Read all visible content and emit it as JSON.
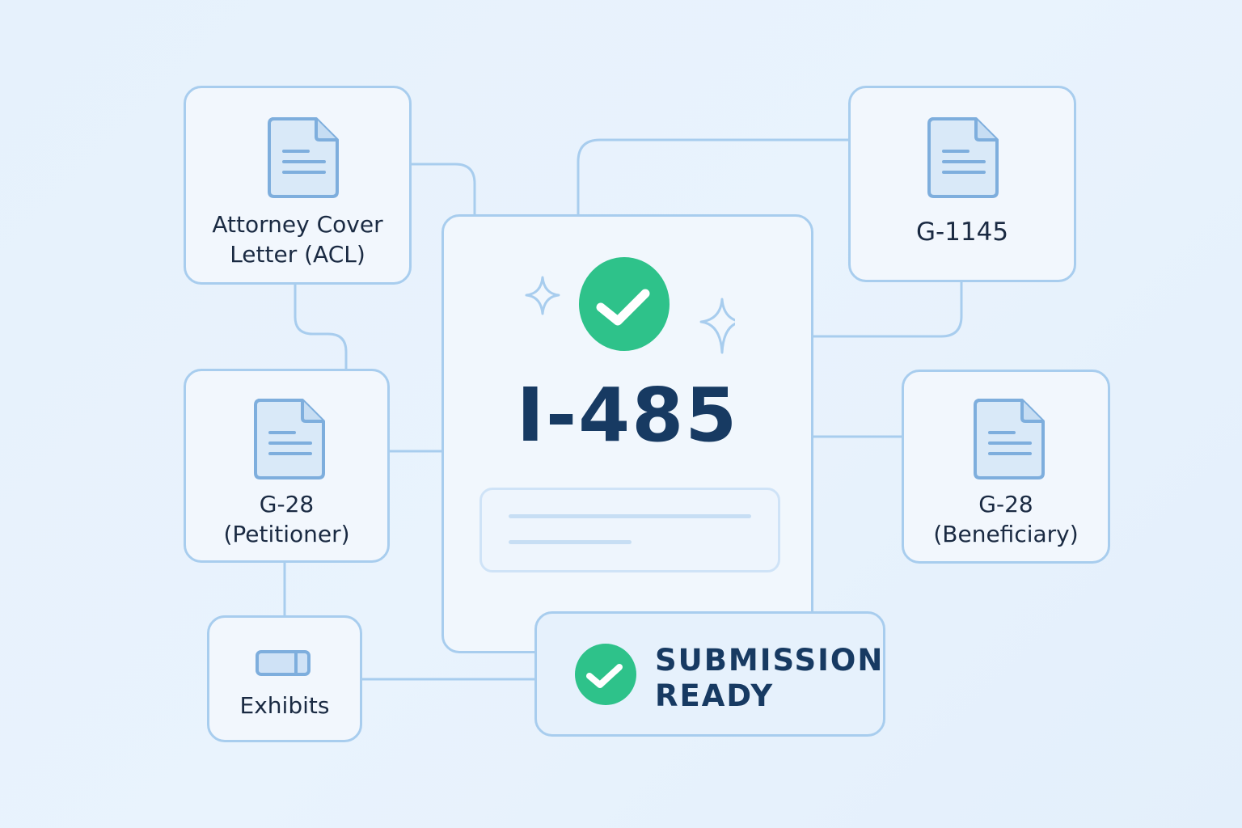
{
  "colors": {
    "accent_green": "#2ec28a",
    "line": "#a8cdee",
    "text_dark": "#173a62"
  },
  "main_form": {
    "title": "I-485",
    "icon": "check-circle-icon"
  },
  "status": {
    "line1": "SUBMISSION",
    "line2": "READY",
    "icon": "check-circle-icon"
  },
  "nodes": {
    "acl": {
      "line1": "Attorney Cover",
      "line2": "Letter (ACL)",
      "icon": "document-icon"
    },
    "g1145": {
      "line1": "G-1145",
      "icon": "document-icon"
    },
    "g28p": {
      "line1": "G-28",
      "line2": "(Petitioner)",
      "icon": "document-icon"
    },
    "g28b": {
      "line1": "G-28",
      "line2": "(Beneficiary)",
      "icon": "document-icon"
    },
    "exhibits": {
      "line1": "Exhibits",
      "icon": "folder-tab-icon"
    }
  }
}
